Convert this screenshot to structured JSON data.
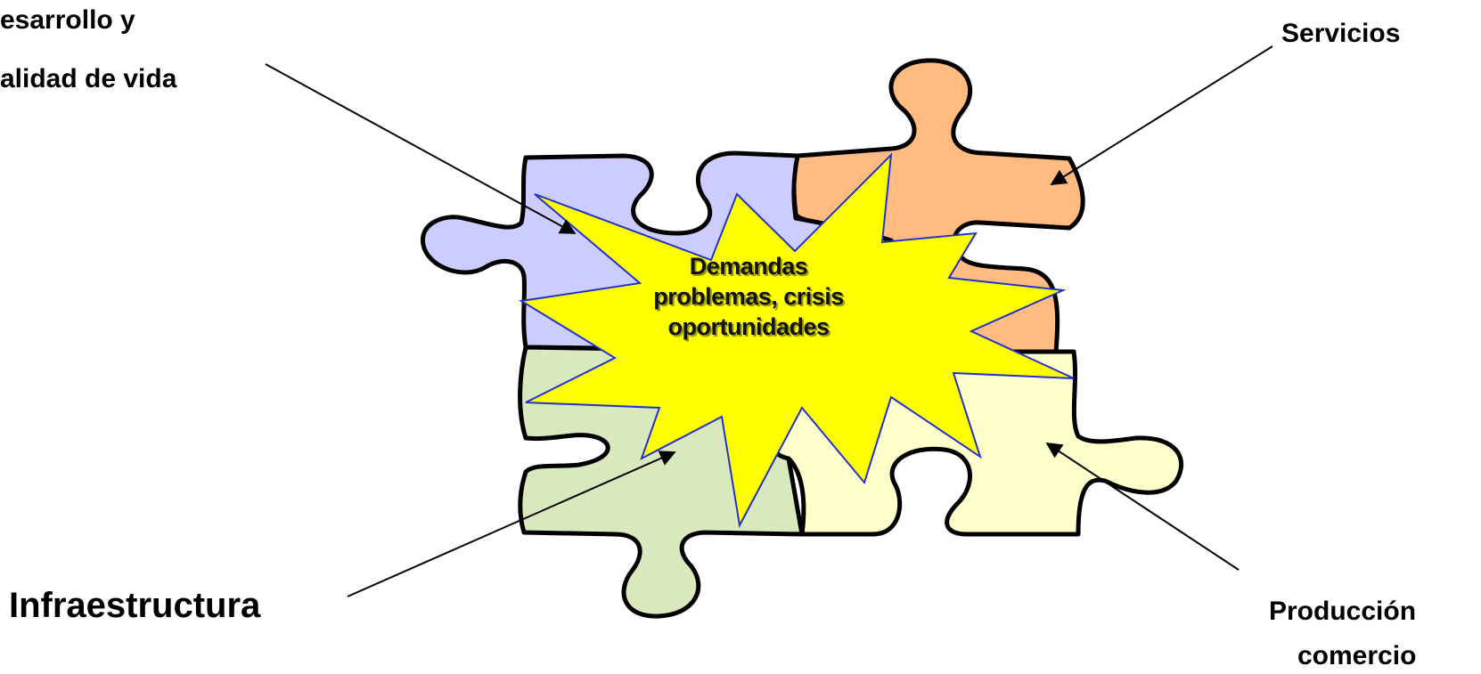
{
  "labels": {
    "desarrollo_line1": "esarrollo y",
    "desarrollo_line2": "alidad de vida",
    "servicios": "Servicios",
    "infraestructura": "Infraestructura",
    "produccion_line1": "Producción",
    "produccion_line2": "comercio"
  },
  "center": {
    "line1": "Demandas",
    "line2": "problemas, crisis",
    "line3": "oportunidades"
  },
  "colors": {
    "piece_desarrollo": "#ccccff",
    "piece_servicios": "#ffbb80",
    "piece_infraestructura": "#d9e8bd",
    "piece_produccion": "#ffffcc",
    "starburst_fill": "#ffff00",
    "starburst_stroke": "#2233cc",
    "outline": "#000000"
  }
}
